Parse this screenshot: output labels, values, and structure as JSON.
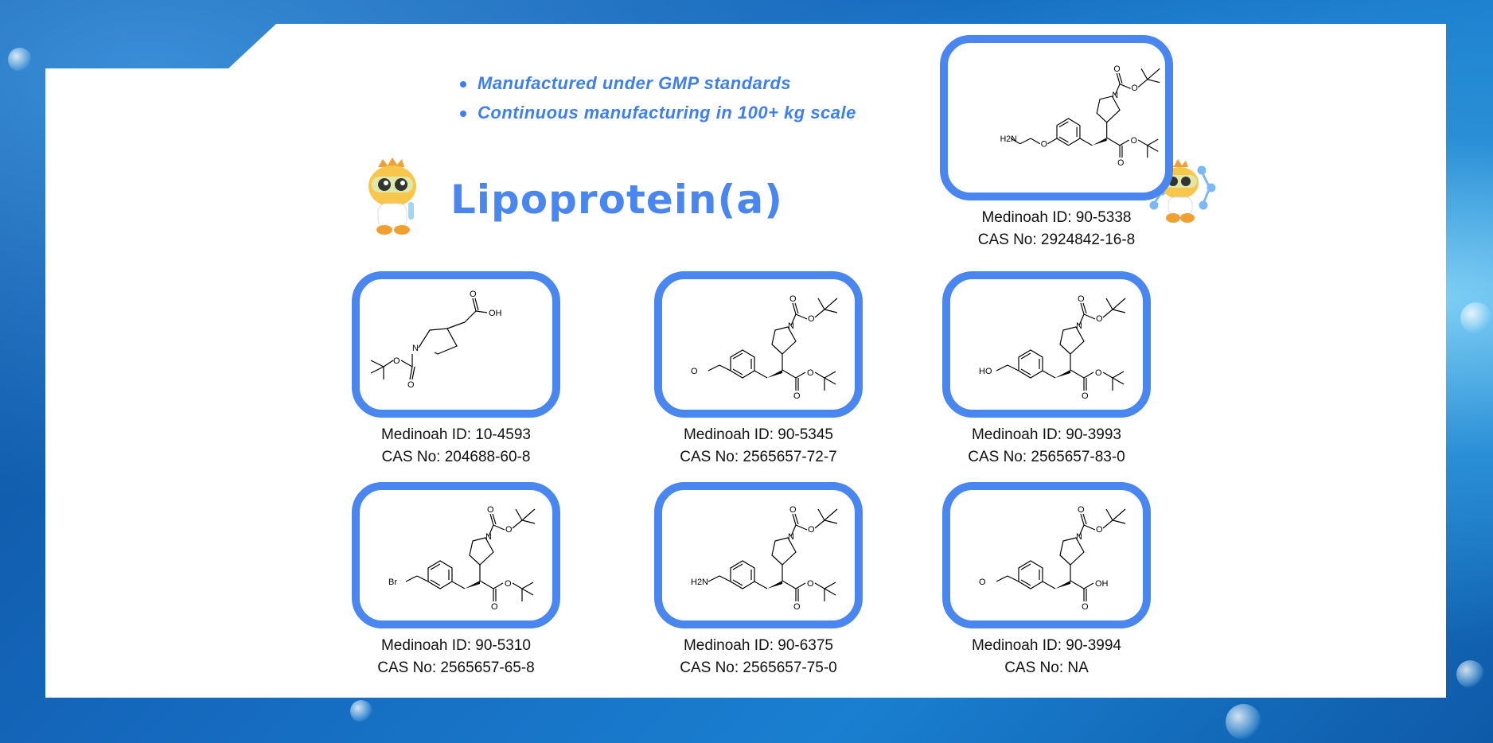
{
  "bullets": [
    "Manufactured under GMP standards",
    "Continuous manufacturing in 100+ kg scale"
  ],
  "title": "Lipoprotein(a)",
  "compounds": [
    {
      "id": "Medinoah ID: 90-5338",
      "cas": "CAS No:  2924842-16-8",
      "left_label": "H2N",
      "right_label": "O",
      "link_o": "O"
    },
    {
      "id": "Medinoah ID: 10-4593",
      "cas": "CAS No: 204688-60-8",
      "n_label": "N",
      "oh_label": "OH",
      "o_label": "O"
    },
    {
      "id": "Medinoah ID: 90-5345",
      "cas": "CAS No: 2565657-72-7",
      "left_label": "O",
      "right_label": "O"
    },
    {
      "id": "Medinoah ID: 90-3993",
      "cas": "CAS No: 2565657-83-0",
      "left_label": "HO",
      "right_label": "O"
    },
    {
      "id": "Medinoah ID: 90-5310",
      "cas": "CAS No: 2565657-65-8",
      "left_label": "Br",
      "right_label": "O"
    },
    {
      "id": "Medinoah ID: 90-6375",
      "cas": "CAS No: 2565657-75-0",
      "left_label": "H2N",
      "right_label": "O"
    },
    {
      "id": "Medinoah ID: 90-3994",
      "cas": "CAS No: NA",
      "left_label": "O",
      "right_label": "OH"
    }
  ],
  "atoms": {
    "n": "N",
    "o": "O"
  },
  "colors": {
    "accent": "#4a86ef",
    "bullet": "#3d7ff0"
  }
}
